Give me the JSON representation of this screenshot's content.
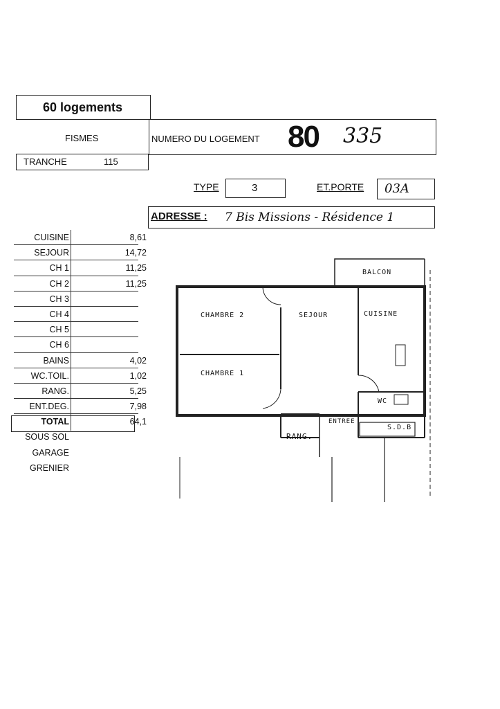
{
  "header": {
    "project": "60 logements",
    "town": "FISMES",
    "tranche_label": "TRANCHE",
    "tranche_value": "115",
    "numero_label": "NUMERO DU LOGEMENT",
    "numero_prefix": "80",
    "numero_value": "335"
  },
  "fields": {
    "type_label": "TYPE",
    "type_value": "3",
    "etporte_label": "ET.PORTE",
    "etporte_value": "03A",
    "adresse_label": "ADRESSE :",
    "adresse_value": "7 Bis Missions - Résidence 1"
  },
  "rooms": [
    {
      "name": "CUISINE",
      "value": "8,61"
    },
    {
      "name": "SEJOUR",
      "value": "14,72"
    },
    {
      "name": "CH 1",
      "value": "11,25"
    },
    {
      "name": "CH 2",
      "value": "11,25"
    },
    {
      "name": "CH 3",
      "value": ""
    },
    {
      "name": "CH 4",
      "value": ""
    },
    {
      "name": "CH 5",
      "value": ""
    },
    {
      "name": "CH 6",
      "value": ""
    },
    {
      "name": "BAINS",
      "value": "4,02"
    },
    {
      "name": "WC.TOIL.",
      "value": "1,02"
    },
    {
      "name": "RANG.",
      "value": "5,25"
    },
    {
      "name": "ENT.DEG.",
      "value": "7,98"
    },
    {
      "name": "TOTAL",
      "value": "64,1"
    },
    {
      "name": "SOUS SOL",
      "value": ""
    },
    {
      "name": "GARAGE",
      "value": ""
    },
    {
      "name": "GRENIER",
      "value": ""
    }
  ],
  "plan": {
    "balcon": "BALCON",
    "chambre2": "CHAMBRE 2",
    "sejour": "SEJOUR",
    "cuisine": "CUISINE",
    "chambre1": "CHAMBRE 1",
    "wc": "WC",
    "entree": "ENTREE",
    "sdb": "S.D.B",
    "rang": "RANG."
  }
}
